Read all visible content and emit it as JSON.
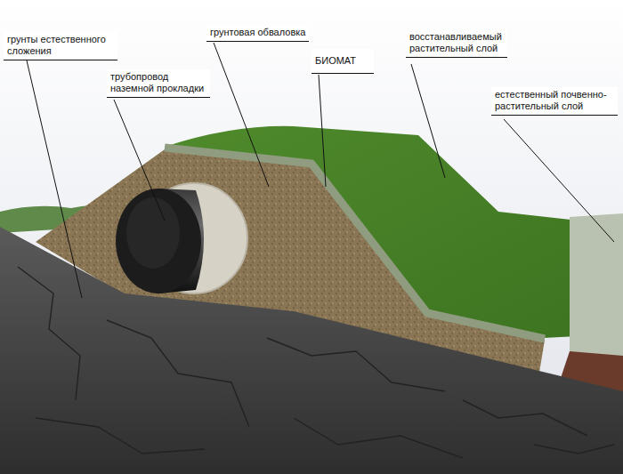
{
  "diagram": {
    "labels": [
      "грунты естественного сложения",
      "трубопровод наземной прокладки",
      "грунтовая обваловка",
      "БИОМАТ",
      "восстанавливаемый растительный слой",
      "естественный почвенно-растительный слой"
    ]
  }
}
